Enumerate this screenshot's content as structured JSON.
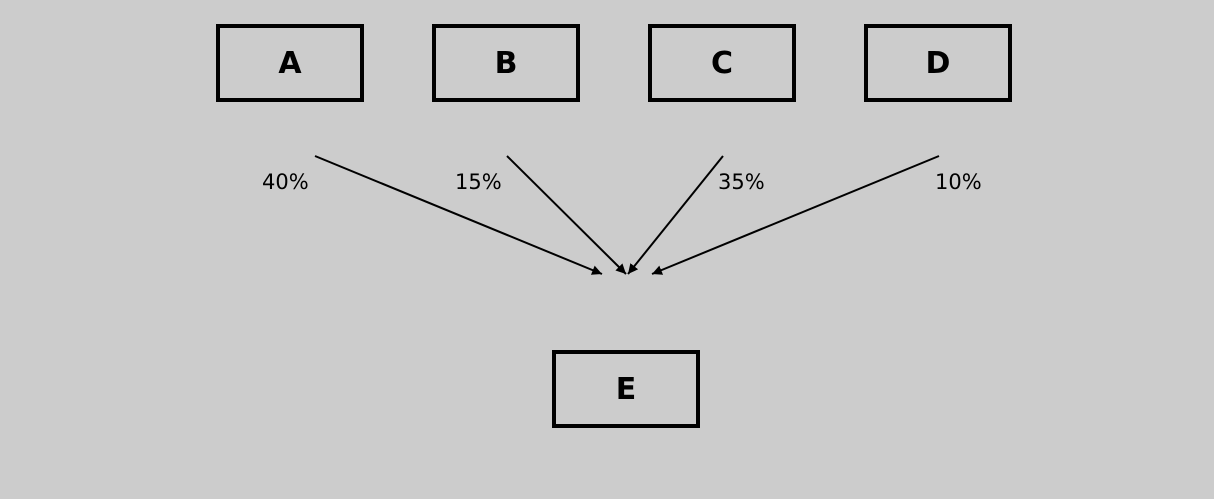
{
  "nodes": {
    "a": "A",
    "b": "B",
    "c": "C",
    "d": "D",
    "e": "E"
  },
  "flows": [
    {
      "from": "A",
      "to": "E",
      "percent": "40%"
    },
    {
      "from": "B",
      "to": "E",
      "percent": "15%"
    },
    {
      "from": "C",
      "to": "E",
      "percent": "35%"
    },
    {
      "from": "D",
      "to": "E",
      "percent": "10%"
    }
  ],
  "colors": {
    "background": "#cccccc",
    "stroke": "#000000"
  }
}
